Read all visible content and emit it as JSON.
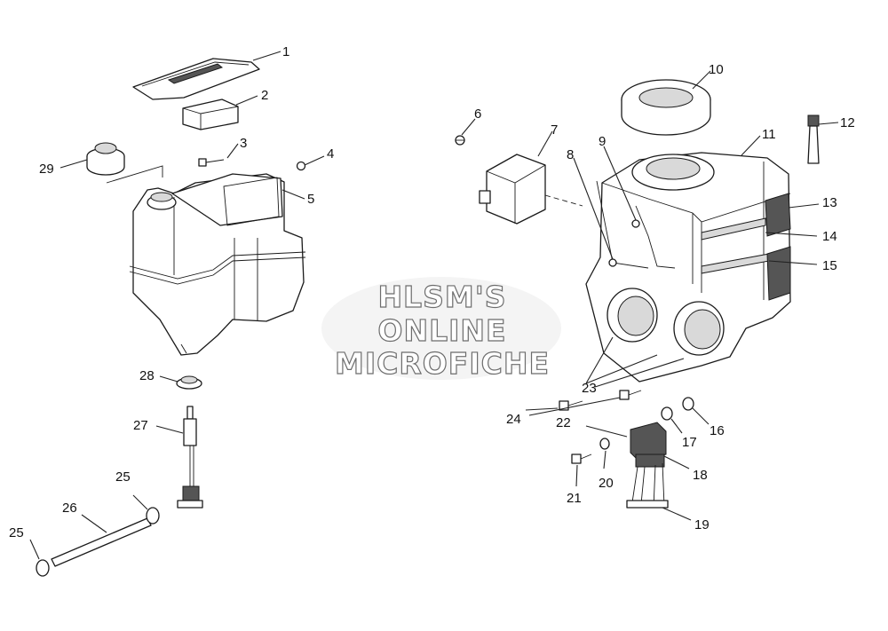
{
  "watermark": {
    "line1": "HLSM'S",
    "line2": "ONLINE",
    "line3": "MICROFICHE"
  },
  "callouts": [
    {
      "id": "c1",
      "number": "1"
    },
    {
      "id": "c2",
      "number": "2"
    },
    {
      "id": "c3",
      "number": "3"
    },
    {
      "id": "c4",
      "number": "4"
    },
    {
      "id": "c5",
      "number": "5"
    },
    {
      "id": "c6",
      "number": "6"
    },
    {
      "id": "c7",
      "number": "7"
    },
    {
      "id": "c8",
      "number": "8"
    },
    {
      "id": "c9",
      "number": "9"
    },
    {
      "id": "c10",
      "number": "10"
    },
    {
      "id": "c11",
      "number": "11"
    },
    {
      "id": "c12",
      "number": "12"
    },
    {
      "id": "c13",
      "number": "13"
    },
    {
      "id": "c14",
      "number": "14"
    },
    {
      "id": "c15",
      "number": "15"
    },
    {
      "id": "c16",
      "number": "16"
    },
    {
      "id": "c17",
      "number": "17"
    },
    {
      "id": "c18",
      "number": "18"
    },
    {
      "id": "c19",
      "number": "19"
    },
    {
      "id": "c20",
      "number": "20"
    },
    {
      "id": "c21",
      "number": "21"
    },
    {
      "id": "c22",
      "number": "22"
    },
    {
      "id": "c23",
      "number": "23"
    },
    {
      "id": "c24",
      "number": "24"
    },
    {
      "id": "c25a",
      "number": "25"
    },
    {
      "id": "c25b",
      "number": "25"
    },
    {
      "id": "c26",
      "number": "26"
    },
    {
      "id": "c27",
      "number": "27"
    },
    {
      "id": "c28",
      "number": "28"
    },
    {
      "id": "c29",
      "number": "29"
    }
  ]
}
